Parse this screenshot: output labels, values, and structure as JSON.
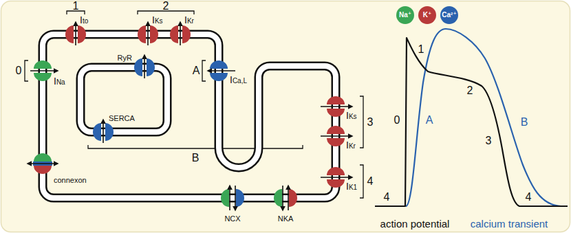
{
  "diagram": {
    "labels": [
      "1",
      "2",
      "Ito",
      "IKs",
      "IKr",
      "0",
      "INa",
      "RyR",
      "SERCA",
      "A",
      "ICa,L",
      "IKs",
      "3",
      "IKr",
      "IK1",
      "4",
      "connexon",
      "B",
      "NCX",
      "NKA",
      "1",
      "0",
      "A",
      "2",
      "B",
      "3",
      "4",
      "4",
      "action potential",
      "calcium transient"
    ],
    "legend": [
      {
        "text": "Na⁺",
        "color": "#3aa655"
      },
      {
        "text": "K⁺",
        "color": "#b83a3a"
      },
      {
        "text": "Ca²⁺",
        "color": "#2a62ae"
      }
    ]
  }
}
